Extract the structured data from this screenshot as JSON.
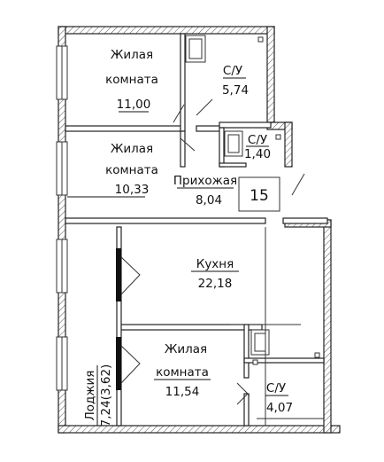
{
  "rooms": [
    {
      "id": "living1",
      "name_line1": "Жилая",
      "name_line2": "комната",
      "area": "11,00"
    },
    {
      "id": "bath1",
      "name_line1": "С/У",
      "name_line2": "",
      "area": "5,74"
    },
    {
      "id": "living2",
      "name_line1": "Жилая",
      "name_line2": "комната",
      "area": "10,33"
    },
    {
      "id": "bath2",
      "name_line1": "С/У",
      "name_line2": "",
      "area": "1,40"
    },
    {
      "id": "hall",
      "name_line1": "Прихожая",
      "name_line2": "",
      "area": "8,04"
    },
    {
      "id": "kitchen",
      "name_line1": "Кухня",
      "name_line2": "",
      "area": "22,18"
    },
    {
      "id": "living3",
      "name_line1": "Жилая",
      "name_line2": "комната",
      "area": "11,54"
    },
    {
      "id": "bath3",
      "name_line1": "С/У",
      "name_line2": "",
      "area": "4,07"
    },
    {
      "id": "loggia",
      "name_line1": "Лоджия",
      "name_line2": "",
      "area": "7,24(3,62)"
    }
  ],
  "shaft": {
    "label": "15"
  }
}
